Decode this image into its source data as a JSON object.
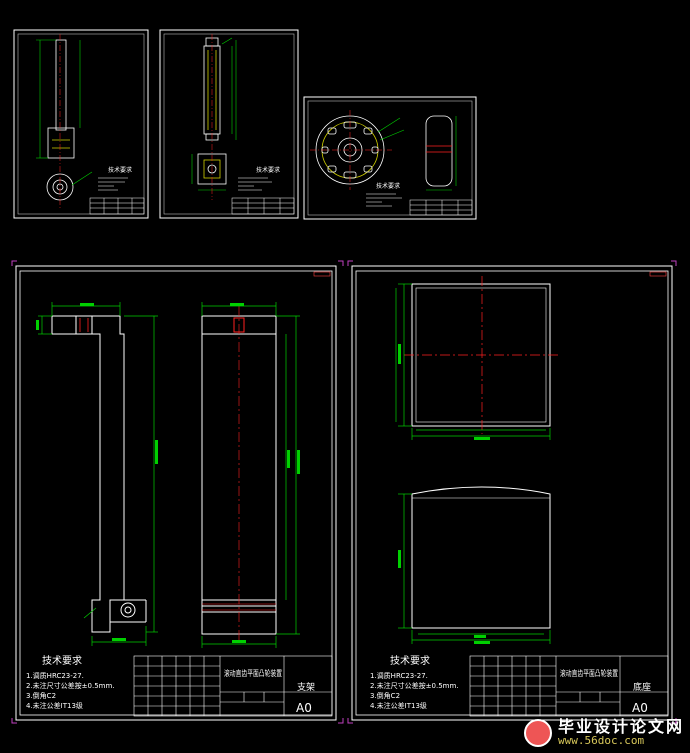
{
  "drawings": {
    "sheet_1": {
      "title": "技术要求"
    },
    "sheet_2": {
      "title": "技术要求"
    },
    "sheet_3": {
      "title": "技术要求"
    },
    "sheet_4": {
      "tech_title": "技术要求",
      "tech_notes": [
        "1.调质HRC23-27.",
        "2.未注尺寸公差按±0.5mm.",
        "3.倒角C2",
        "4.未注公差IT13级"
      ],
      "drawing_name": "滚动直齿平面凸轮装置",
      "part_name": "支架",
      "sheet_size": "A0"
    },
    "sheet_5": {
      "tech_title": "技术要求",
      "tech_notes": [
        "1.调质HRC23-27.",
        "2.未注尺寸公差按±0.5mm.",
        "3.倒角C2",
        "4.未注公差IT13级"
      ],
      "drawing_name": "滚动直齿平面凸轮装置",
      "part_name": "底座",
      "sheet_size": "A0"
    }
  },
  "watermark": {
    "title": "毕业设计论文网",
    "url": "www.56doc.com"
  },
  "colors": {
    "background": "#000000",
    "outline": "#ffffff",
    "dimension": "#00d000",
    "centerline": "#ff2020",
    "accent": "#d0d000"
  }
}
